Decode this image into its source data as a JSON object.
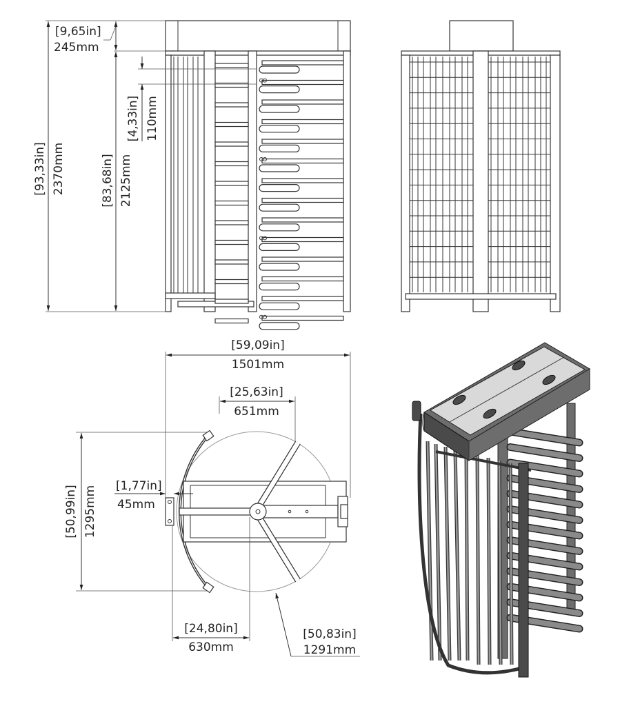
{
  "dimensions": {
    "overall_height": {
      "in": "[93,33in]",
      "mm": "2370mm"
    },
    "frame_height": {
      "in": "[83,68in]",
      "mm": "2125mm"
    },
    "top_box": {
      "in": "[9,65in]",
      "mm": "245mm"
    },
    "arm_spacing": {
      "in": "[4,33in]",
      "mm": "110mm"
    },
    "total_width": {
      "in": "[59,09in]",
      "mm": "1501mm"
    },
    "arm_length": {
      "in": "[25,63in]",
      "mm": "651mm"
    },
    "depth": {
      "in": "[50,99in]",
      "mm": "1295mm"
    },
    "offset": {
      "in": "[1,77in]",
      "mm": "45mm"
    },
    "center_to_fence": {
      "in": "[24,80in]",
      "mm": "630mm"
    },
    "rotor_diameter": {
      "in": "[50,83in]",
      "mm": "1291mm"
    }
  },
  "views": [
    "front-view",
    "side-view",
    "top-view",
    "isometric-view"
  ]
}
